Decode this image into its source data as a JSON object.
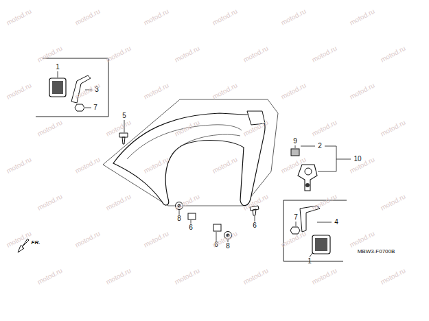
{
  "diagram": {
    "labels": [
      "1",
      "3",
      "7",
      "5",
      "9",
      "2",
      "10",
      "8",
      "6",
      "6",
      "6",
      "8",
      "7",
      "4",
      "1",
      "MBW3-F0700B",
      "FR.",
      "motod.ru",
      "motod.ru",
      "motod.ru",
      "motod.ru",
      "motod.ru",
      "motod.ru",
      "motod.ru",
      "motod.ru",
      "motod.ru",
      "motod.ru",
      "motod.ru",
      "motod.ru",
      "motod.ru",
      "motod.ru",
      "motod.ru",
      "motod.ru",
      "motod.ru",
      "motod.ru",
      "motod.ru",
      "motod.ru",
      "motod.ru",
      "motod.ru",
      "motod.ru",
      "motod.ru",
      "motod.ru",
      "motod.ru",
      "motod.ru",
      "motod.ru",
      "motod.ru",
      "motod.ru",
      "motod.ru",
      "motod.ru",
      "motod.ru",
      "motod.ru",
      "motod.ru",
      "motod.ru",
      "motod.ru",
      "motod.ru",
      "motod.ru",
      "motod.ru",
      "motod.ru",
      "motod.ru",
      "motod.ru",
      "motod.ru",
      "motod.ru",
      "motod.ru",
      "motod.ru",
      "motod.ru"
    ]
  }
}
